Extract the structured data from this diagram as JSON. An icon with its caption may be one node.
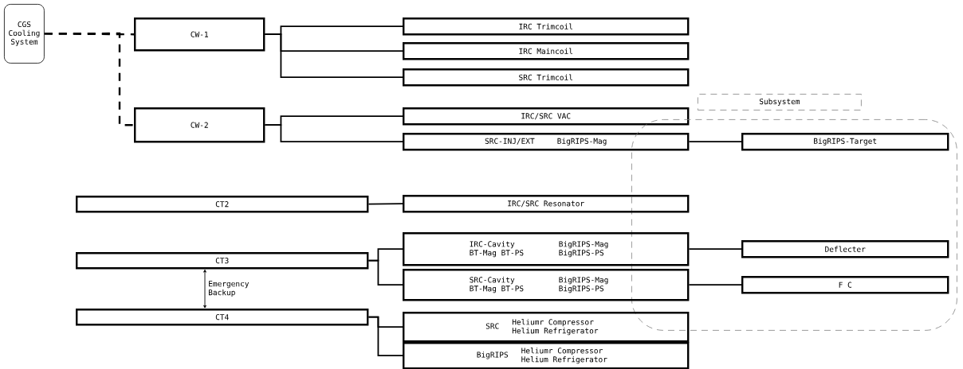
{
  "diagram": {
    "nodes": [
      {
        "text": [
          "CGS Cooling System"
        ]
      },
      {
        "text": [
          "CW-1"
        ]
      },
      {
        "text": [
          "IRC Trimcoil"
        ]
      },
      {
        "text": [
          "IRC Maincoil"
        ]
      },
      {
        "text": [
          "SRC Trimcoil"
        ]
      },
      {
        "text": [
          "CW-2"
        ]
      },
      {
        "text": [
          "IRC/SRC VAC"
        ]
      },
      {
        "text": [
          "SRC-INJ/EXT",
          "BigRIPS-Mag"
        ]
      },
      {
        "text": [
          "Subsystem"
        ]
      },
      {
        "text": [
          "BigRIPS-Target"
        ],
        "in": 8
      },
      {
        "text": [
          "CT2"
        ]
      },
      {
        "text": [
          "IRC/SRC Resonator"
        ]
      },
      {
        "text": [
          "CT3"
        ]
      },
      {
        "text": [
          "IRC-Cavity BT-Mag BT-PS",
          "BigRIPS-Mag BigRIPS-PS"
        ]
      },
      {
        "text": [
          "Deflecter"
        ],
        "in": 8
      },
      {
        "text": [
          "SRC-Cavity BT-Mag BT-PS",
          "BigRIPS-Mag BigRIPS-PS"
        ]
      },
      {
        "text": [
          "F C"
        ],
        "in": 8
      },
      {
        "text": [
          "CT4"
        ]
      },
      {
        "text": [
          "SRC",
          "Heliumr Compressor Helium Refrigerator"
        ]
      },
      {
        "text": [
          "BigRIPS",
          "Heliumr Compressor Helium Refrigerator"
        ]
      }
    ],
    "edges": [
      {
        "from": 0,
        "to": 1,
        "arrow": "none",
        "style": "dashed"
      },
      {
        "from": 0,
        "to": 5,
        "arrow": "none",
        "style": "dashed"
      },
      {
        "from": 1,
        "to": 2,
        "arrow": "none"
      },
      {
        "from": 1,
        "to": 3,
        "arrow": "none"
      },
      {
        "from": 1,
        "to": 4,
        "arrow": "none"
      },
      {
        "from": 5,
        "to": 6,
        "arrow": "none"
      },
      {
        "from": 5,
        "to": 7,
        "arrow": "none"
      },
      {
        "from": 7,
        "to": 9,
        "arrow": "none"
      },
      {
        "from": 10,
        "to": 11,
        "arrow": "none"
      },
      {
        "from": 12,
        "to": 13,
        "arrow": "none"
      },
      {
        "from": 12,
        "to": 15,
        "arrow": "none"
      },
      {
        "from": 13,
        "to": 14,
        "arrow": "none"
      },
      {
        "from": 15,
        "to": 16,
        "arrow": "none"
      },
      {
        "from": 12,
        "to": 17,
        "arrow": "both",
        "label": "Emergency Backup"
      },
      {
        "from": 17,
        "to": 18,
        "arrow": "none"
      },
      {
        "from": 17,
        "to": 19,
        "arrow": "none"
      }
    ]
  }
}
